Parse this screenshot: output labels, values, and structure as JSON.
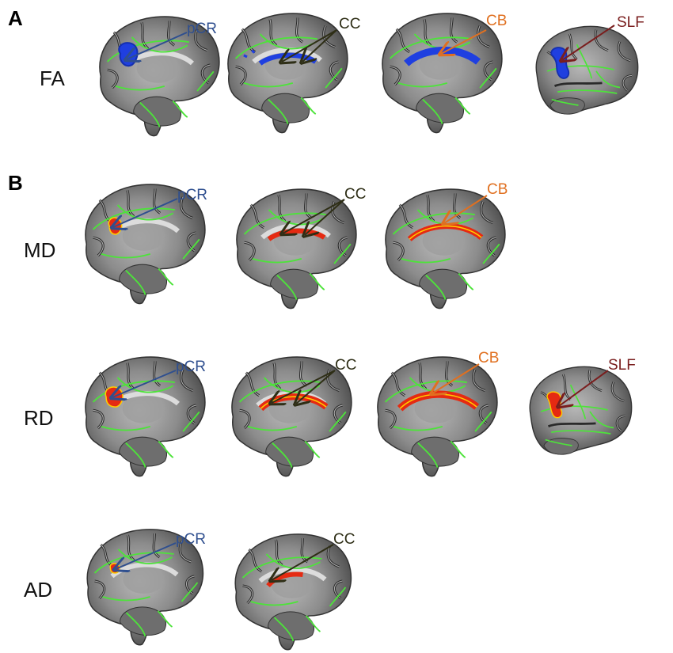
{
  "panels": {
    "a": "A",
    "b": "B"
  },
  "rows": {
    "fa": "FA",
    "md": "MD",
    "rd": "RD",
    "ad": "AD"
  },
  "labels": {
    "pcr": "pCR",
    "cc": "CC",
    "cb": "CB",
    "slf": "SLF"
  },
  "colors": {
    "pcr": "#2f4f8f",
    "cc": "#2e2e16",
    "cb": "#e07020",
    "slf": "#7a1e1e",
    "tract": "#4de33a",
    "fa_cluster": "#1f3fe0",
    "diff_cluster": "#e52a12"
  }
}
